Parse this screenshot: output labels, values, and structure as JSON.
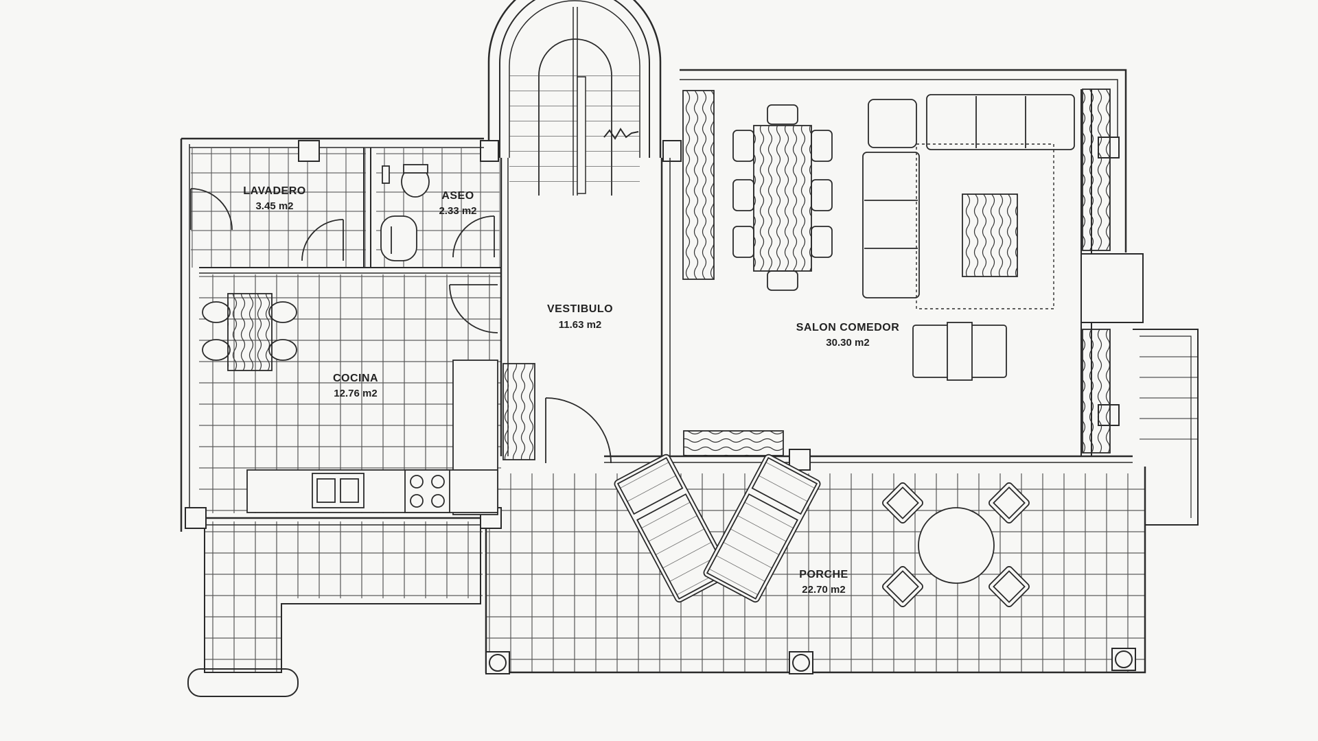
{
  "rooms": {
    "lavadero": {
      "name": "LAVADERO",
      "area": "3.45 m2"
    },
    "aseo": {
      "name": "ASEO",
      "area": "2.33 m2"
    },
    "vestibulo": {
      "name": "VESTIBULO",
      "area": "11.63 m2"
    },
    "salon": {
      "name": "SALON COMEDOR",
      "area": "30.30 m2"
    },
    "cocina": {
      "name": "COCINA",
      "area": "12.76 m2"
    },
    "porche": {
      "name": "PORCHE",
      "area": "22.70 m2"
    }
  },
  "colors": {
    "line": "#2a2a2a",
    "tile": "#555555",
    "paper": "#f7f7f5"
  }
}
